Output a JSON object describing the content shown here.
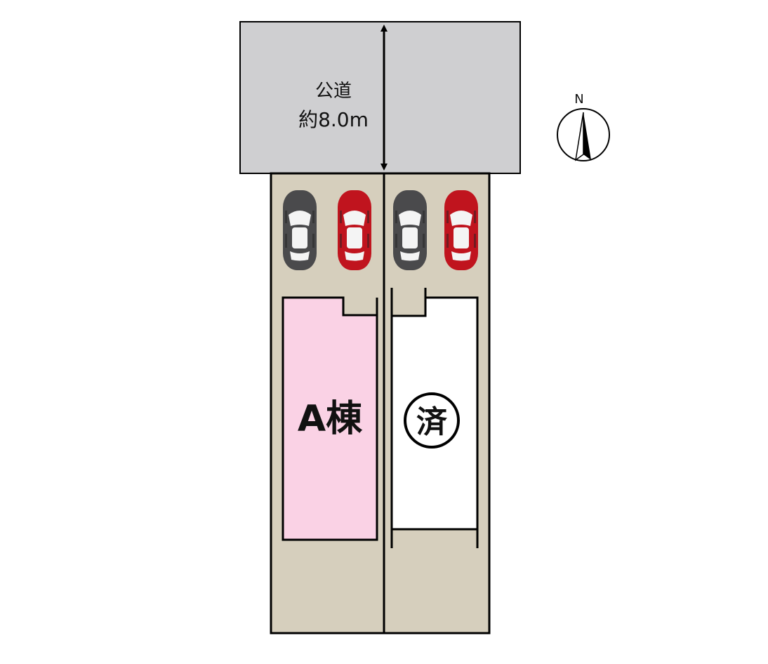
{
  "road": {
    "label": "公道",
    "width_label": "約8.0m",
    "fill": "#cfcfd1"
  },
  "site": {
    "fill": "#d6cfbd",
    "lots": [
      {
        "label": "A棟",
        "fill": "#fad2e5",
        "cars": [
          {
            "color_name": "gray",
            "body": "#4a4a4c"
          },
          {
            "color_name": "red",
            "body": "#c0141e"
          }
        ]
      },
      {
        "label": "済",
        "fill": "#ffffff",
        "cars": [
          {
            "color_name": "gray",
            "body": "#4a4a4c"
          },
          {
            "color_name": "red",
            "body": "#c0141e"
          }
        ]
      }
    ]
  },
  "compass": {
    "label": "N"
  }
}
